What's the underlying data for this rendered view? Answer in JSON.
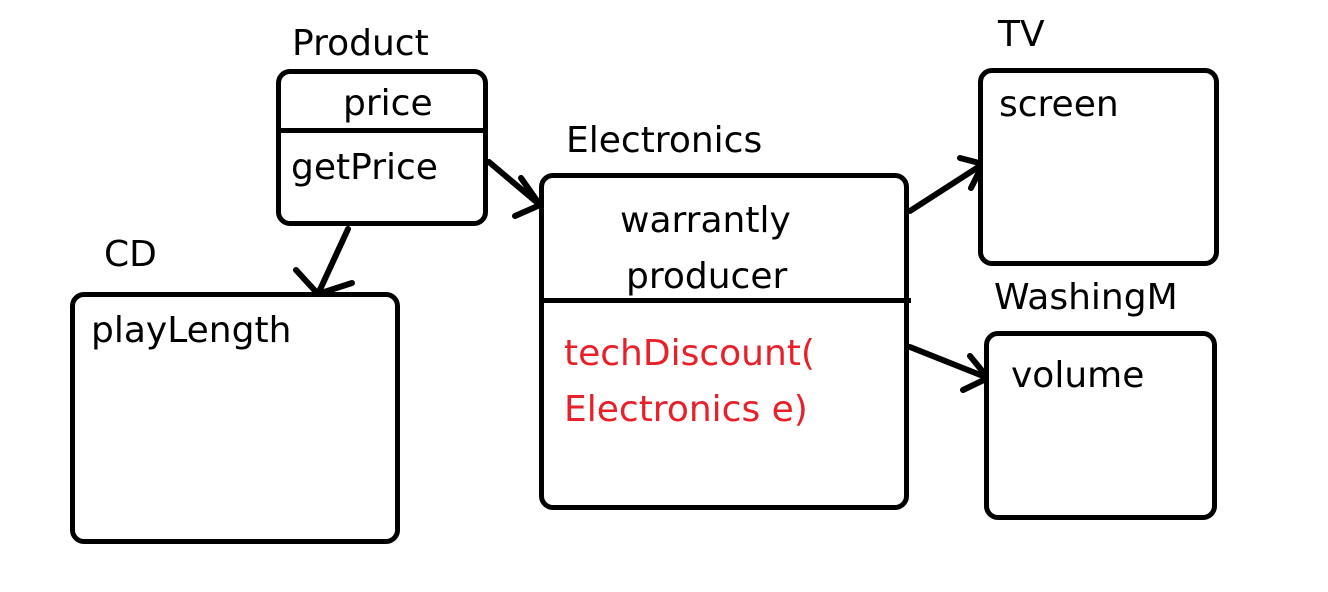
{
  "classes": {
    "product": {
      "name": "Product",
      "attributes": [
        "price"
      ],
      "methods": [
        "getPrice"
      ]
    },
    "cd": {
      "name": "CD",
      "attributes": [
        "playLength"
      ]
    },
    "electronics": {
      "name": "Electronics",
      "attributes": [
        "warrantly",
        "producer"
      ],
      "methods": [
        "techDiscount(",
        "Electronics e)"
      ]
    },
    "tv": {
      "name": "TV",
      "attributes": [
        "screen"
      ]
    },
    "washing": {
      "name": "WashingM",
      "attributes": [
        "volume"
      ]
    }
  },
  "colors": {
    "stroke": "#000000",
    "highlight": "#e8202a",
    "background": "#ffffff"
  },
  "relations": [
    {
      "from": "Product",
      "to": "CD"
    },
    {
      "from": "Product",
      "to": "Electronics"
    },
    {
      "from": "Electronics",
      "to": "TV"
    },
    {
      "from": "Electronics",
      "to": "WashingM"
    }
  ]
}
